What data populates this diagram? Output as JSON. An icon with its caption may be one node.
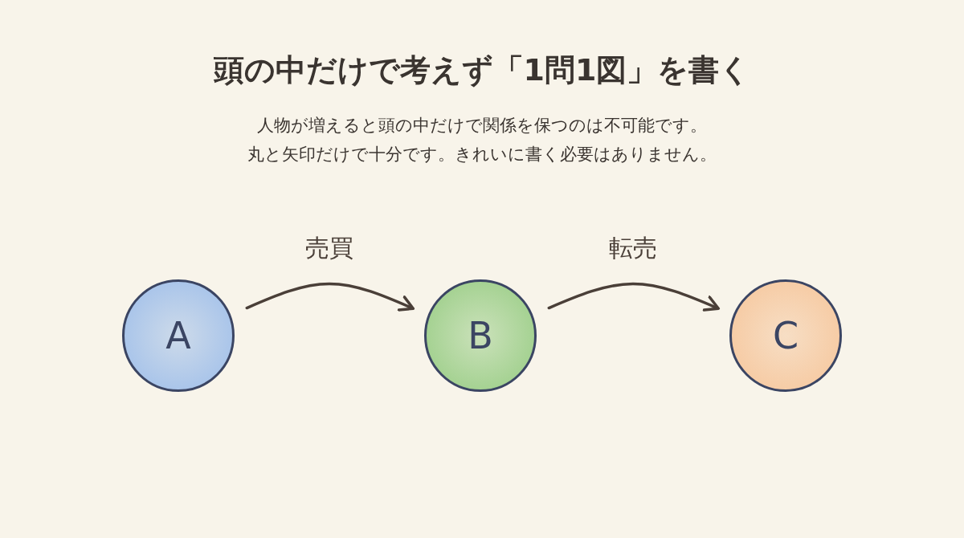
{
  "diagram": {
    "title": "頭の中だけで考えず「1問1図」を書く",
    "nodes": [
      {
        "text": [
          "A"
        ]
      },
      {
        "text": [
          "B"
        ]
      },
      {
        "text": [
          "C"
        ]
      }
    ],
    "edges": [
      {
        "from": 0,
        "to": 1,
        "arrow": "to",
        "label": "売買"
      },
      {
        "from": 1,
        "to": 2,
        "arrow": "to",
        "label": "転売"
      }
    ],
    "labels": [
      "人物が増えると頭の中だけで関係を保つのは不可能です。",
      "丸と矢印だけで十分です。きれいに書く必要はありません。"
    ]
  }
}
